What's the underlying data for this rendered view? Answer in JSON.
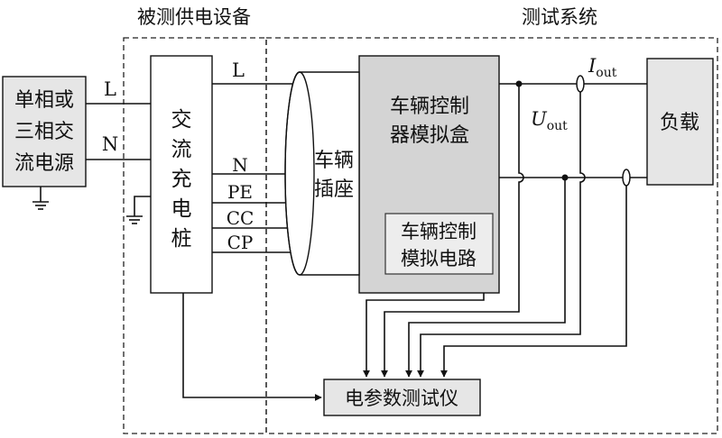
{
  "regions": {
    "equipment_label": "被测供电设备",
    "test_system_label": "测试系统"
  },
  "power_source": {
    "lines": [
      "单相或",
      "三相交",
      "流电源"
    ]
  },
  "charging_pile": {
    "chars": [
      "交",
      "流",
      "充",
      "电",
      "桩"
    ]
  },
  "vehicle_socket": {
    "lines": [
      "车辆",
      "插座"
    ]
  },
  "controller_box": {
    "lines": [
      "车辆控制",
      "器模拟盒"
    ]
  },
  "control_circuit": {
    "lines": [
      "车辆控制",
      "模拟电路"
    ]
  },
  "load": {
    "label": "负载"
  },
  "meter": {
    "label": "电参数测试仪"
  },
  "wire_labels": {
    "source_L": "L",
    "source_N": "N",
    "pile_L": "L",
    "pile_N": "N",
    "pile_PE": "PE",
    "pile_CC": "CC",
    "pile_CP": "CP"
  },
  "measurements": {
    "voltage": {
      "main": "U",
      "sub": "out"
    },
    "current": {
      "main": "I",
      "sub": "out"
    }
  },
  "colors": {
    "box_fill": "#e6e6e6",
    "controller_fill": "#d4d4d4",
    "line": "#111111"
  }
}
